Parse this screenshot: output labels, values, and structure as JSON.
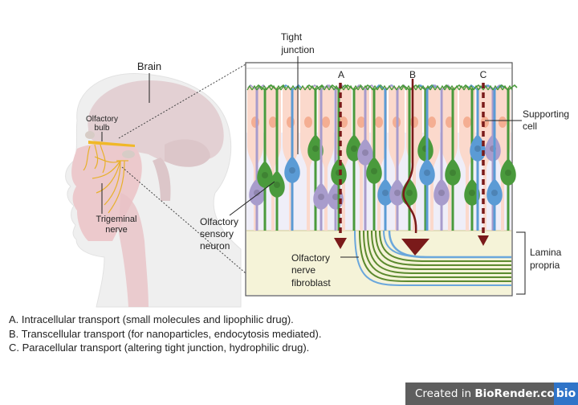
{
  "figure": {
    "labels": {
      "brain": "Brain",
      "olfactory_bulb_line1": "Olfactory",
      "olfactory_bulb_line2": "bulb",
      "trigeminal_line1": "Trigeminal",
      "trigeminal_line2": "nerve",
      "tight_junction_line1": "Tight",
      "tight_junction_line2": "junction",
      "supporting_cell_line1": "Supporting",
      "supporting_cell_line2": "cell",
      "osn_line1": "Olfactory",
      "osn_line2": "sensory",
      "osn_line3": "neuron",
      "fibroblast_line1": "Olfactory",
      "fibroblast_line2": "nerve",
      "fibroblast_line3": "fibroblast",
      "lamina_line1": "Lamina",
      "lamina_line2": "propria"
    },
    "routes": [
      {
        "letter": "A",
        "style": "dashed"
      },
      {
        "letter": "B",
        "style": "solid"
      },
      {
        "letter": "C",
        "style": "dashed"
      }
    ],
    "colors": {
      "route": "#7a1a1a",
      "neuron_green": "#4a9a3c",
      "neuron_blue": "#5b9bd5",
      "neuron_purple": "#a89ccc",
      "supporting_cell": "#fbd9cc",
      "supporting_nucleus": "#f4ae92",
      "basal_bg": "#efeef8",
      "lamina_bg": "#f5f3d8",
      "nerve_green": "#5c8a2e",
      "nerve_blue": "#6aa7dc",
      "brain": "#e6d3d5",
      "head": "#eeeeee",
      "nerve_yellow": "#f0b828"
    }
  },
  "caption": {
    "lines": [
      "A. Intracellular transport (small molecules and lipophilic drug).",
      "B. Transcellular transport (for nanoparticles, endocytosis mediated).",
      "C. Paracellular transport (altering tight junction, hydrophilic drug)."
    ]
  },
  "watermark": {
    "prefix": "Created in ",
    "brand": "BioRender.com",
    "logo": "bio"
  }
}
